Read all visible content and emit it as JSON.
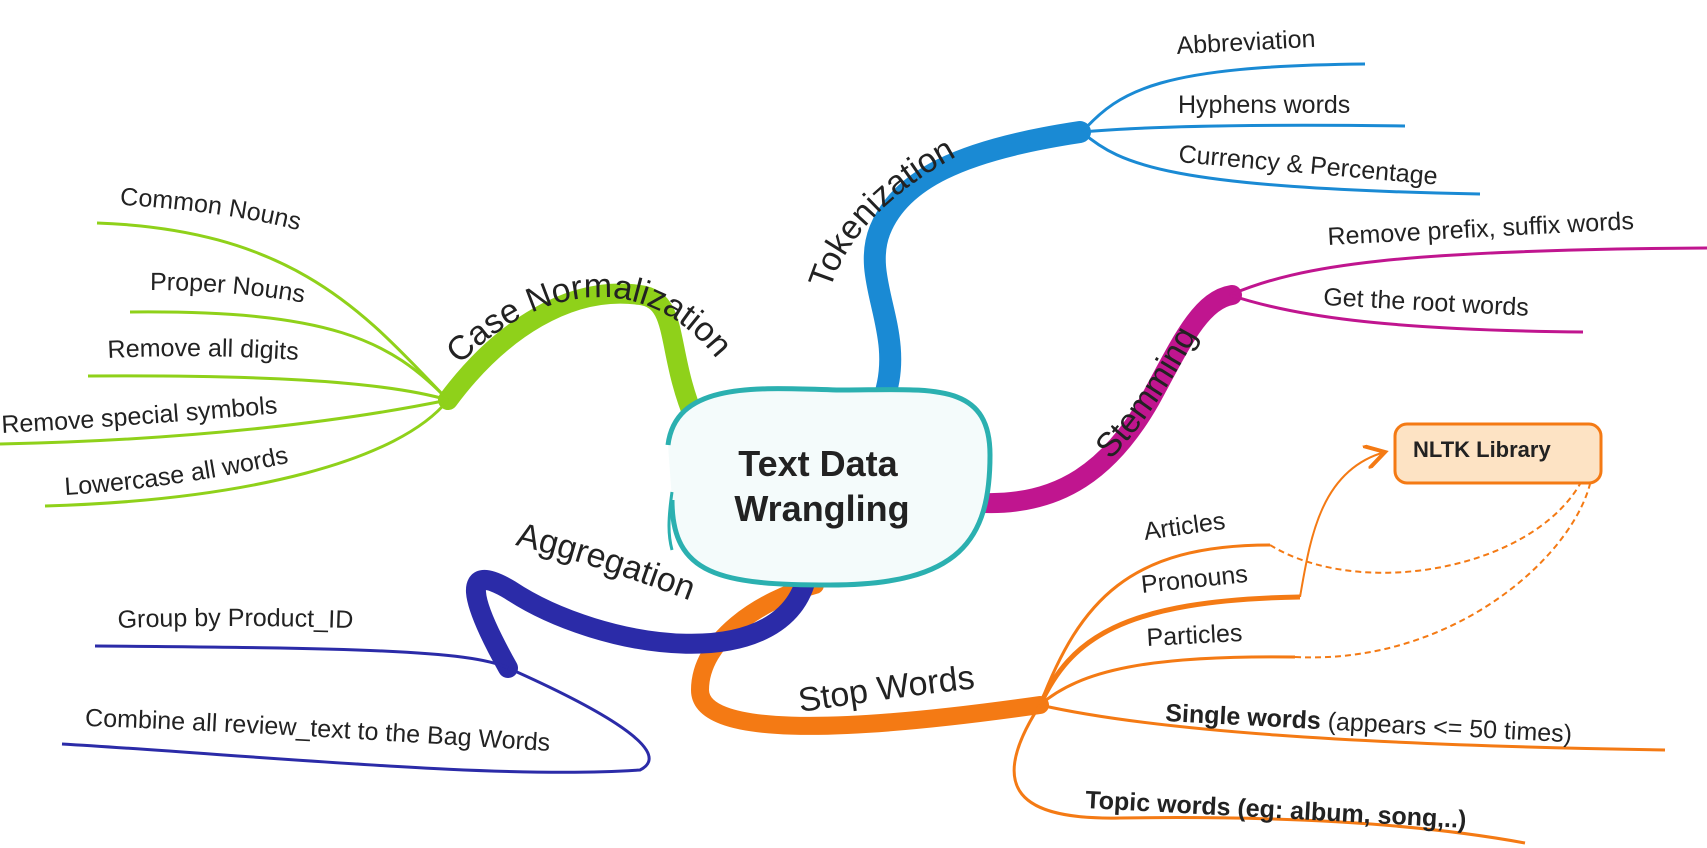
{
  "center": {
    "line1": "Text Data",
    "line2": "Wrangling"
  },
  "colors": {
    "tokenization": "#1a8ad4",
    "stemming": "#c0158f",
    "case_normalization": "#8fd11a",
    "aggregation": "#2b2ba8",
    "stop_words": "#f47a14",
    "center_border": "#2bb0b0",
    "nltk_fill": "#fde3c4"
  },
  "branches": {
    "tokenization": {
      "label": "Tokenization",
      "children": [
        "Abbreviation",
        "Hyphens words",
        "Currency & Percentage"
      ]
    },
    "stemming": {
      "label": "Stemming",
      "children": [
        "Remove prefix, suffix words",
        "Get the root words"
      ]
    },
    "case_normalization": {
      "label": "Case Normalization",
      "children": [
        "Common Nouns",
        "Proper Nouns",
        "Remove all digits",
        "Remove special symbols",
        "Lowercase all words"
      ]
    },
    "aggregation": {
      "label": "Aggregation",
      "children": [
        "Group by Product_ID",
        "Combine all review_text to the Bag Words"
      ]
    },
    "stop_words": {
      "label": "Stop Words",
      "children": {
        "articles": "Articles",
        "pronouns": "Pronouns",
        "particles": "Particles",
        "single_bold": "Single words",
        "single_rest": " (appears <= 50 times)",
        "topic": "Topic words (eg: album, song,..)"
      }
    }
  },
  "nltk": {
    "label": "NLTK Library"
  }
}
